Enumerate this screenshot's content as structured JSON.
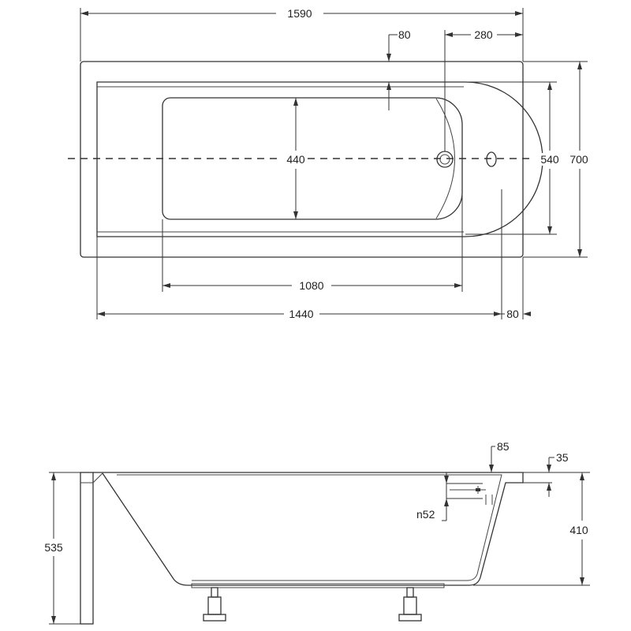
{
  "top_view": {
    "dimensions": {
      "overall_length": "1590",
      "overall_width": "700",
      "inner_width": "540",
      "basin_width": "440",
      "basin_length": "1080",
      "inner_length": "1440",
      "rim_end": "80",
      "rim_top": "80",
      "drain_offset": "280"
    }
  },
  "side_view": {
    "dimensions": {
      "rim_step": "85",
      "rim_thickness": "35",
      "overflow_diameter": "n52",
      "total_height": "535",
      "inner_depth": "410"
    }
  },
  "colors": {
    "line": "#333333",
    "background": "#ffffff"
  }
}
